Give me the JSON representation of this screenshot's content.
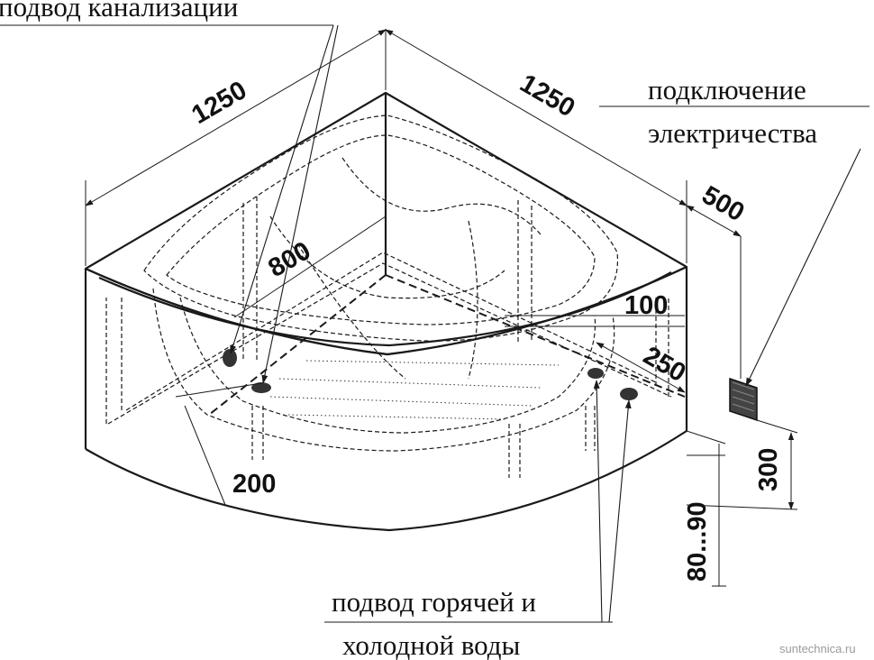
{
  "labels": {
    "drain": "подвод канализации",
    "electric_line1": "подключение",
    "electric_line2": "электричества",
    "water_line1": "подвод горячей и",
    "water_line2": "холодной воды"
  },
  "dimensions": {
    "width_left": "1250",
    "width_right": "1250",
    "depth_diag": "800",
    "electric_offset": "500",
    "edge_100": "100",
    "water_250": "250",
    "drain_200": "200",
    "height_300": "300",
    "legs_80_90": "80...90"
  },
  "watermark": "suntechnica.ru"
}
